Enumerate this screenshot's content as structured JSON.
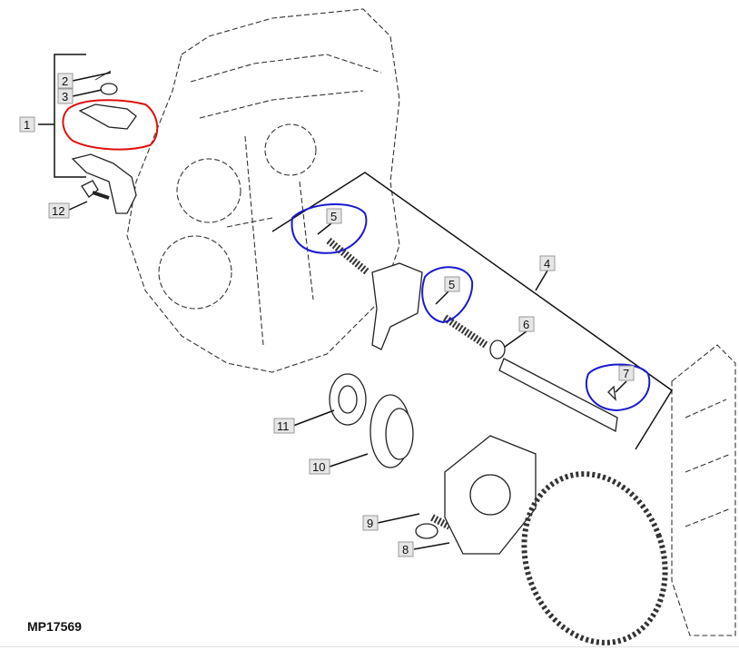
{
  "figure_id": "MP17569",
  "callouts": {
    "c1": "1",
    "c2": "2",
    "c3": "3",
    "c4": "4",
    "c5a": "5",
    "c5b": "5",
    "c6": "6",
    "c7": "7",
    "c8": "8",
    "c9": "9",
    "c10": "10",
    "c11": "11",
    "c12": "12"
  },
  "annotation_colors": {
    "red": "#e01010",
    "blue": "#1a1ad0"
  }
}
